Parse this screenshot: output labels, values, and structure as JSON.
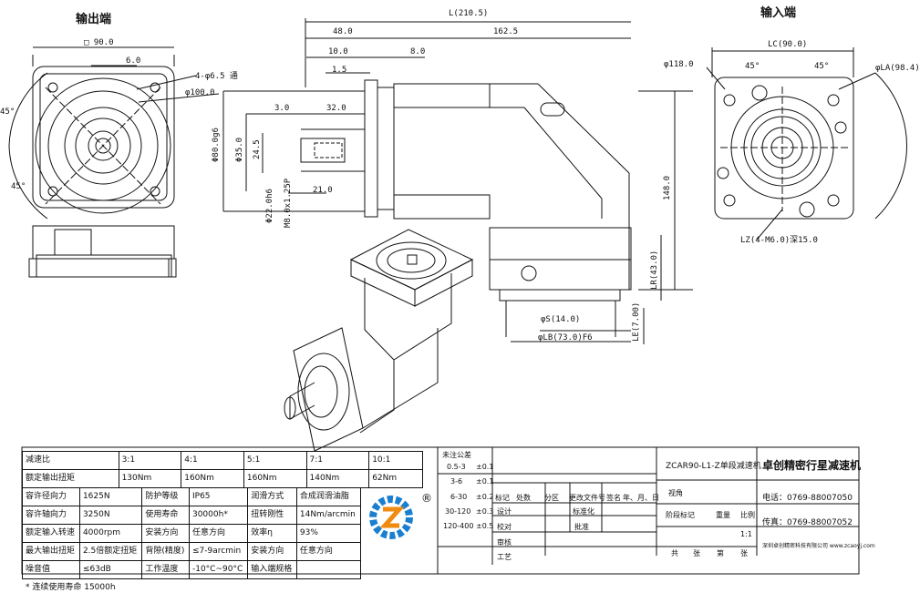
{
  "views": {
    "output_title": "输出端",
    "input_title": "输入端"
  },
  "dimensions": {
    "sq90": "□ 90.0",
    "d6": "6.0",
    "holes": "4-φ6.5 通",
    "pcd100": "φ100.0",
    "ang45_a": "45°",
    "ang45_b": "45°",
    "L": "L(210.5)",
    "d48": "48.0",
    "d162": "162.5",
    "d10": "10.0",
    "d8": "8.0",
    "d1_5": "1.5",
    "d3": "3.0",
    "d32": "32.0",
    "d80g6": "Φ80.0g6",
    "d35": "Φ35.0",
    "d24_5": "24.5",
    "d21": "21.0",
    "d22h6": "Φ22.0h6",
    "m8": "M8.0x1.25P",
    "d148": "148.0",
    "LC": "LC(90.0)",
    "d118": "φ118.0",
    "LA": "φLA(98.4)",
    "ang45_c": "45°",
    "ang45_d": "45°",
    "LZ": "LZ(4-M6.0)深15.0",
    "LR": "LR(43.0)",
    "LE": "LE(7.00)",
    "S": "φS(14.0)",
    "LB": "φLB(73.0)F6"
  },
  "spec_table": {
    "ratio_label": "减速比",
    "ratios": [
      "3:1",
      "4:1",
      "5:1",
      "7:1",
      "10:1"
    ],
    "torque_label": "额定输出扭矩",
    "torques": [
      "130Nm",
      "160Nm",
      "160Nm",
      "140Nm",
      "62Nm"
    ],
    "rows": [
      [
        "容许径向力",
        "1625N",
        "防护等级",
        "IP65",
        "润滑方式",
        "合成润滑油脂"
      ],
      [
        "容许轴向力",
        "3250N",
        "使用寿命",
        "30000h*",
        "扭转刚性",
        "14Nm/arcmin"
      ],
      [
        "额定输入转速",
        "4000rpm",
        "安装方向",
        "任意方向",
        "效率η",
        "93%"
      ],
      [
        "最大输出扭矩",
        "2.5倍额定扭矩",
        "背隙(精度)",
        "≤7-9arcmin",
        "安装方向",
        "任意方向"
      ],
      [
        "噪音值",
        "≤63dB",
        "工作温度",
        "-10°C~90°C",
        "输入端规格",
        ""
      ]
    ],
    "footnote": "* 连续使用寿命 15000h"
  },
  "title_block": {
    "tol_title": "未注公差",
    "tolerances": [
      [
        "0.5-3",
        "±0.1"
      ],
      [
        "3-6",
        "±0.1"
      ],
      [
        "6-30",
        "±0.2"
      ],
      [
        "30-120",
        "±0.3"
      ],
      [
        "120-400",
        "±0.5"
      ]
    ],
    "labels": [
      "标记",
      "处数",
      "分区",
      "更改文件号",
      "签名",
      "年、月、日"
    ],
    "design": "设计",
    "standardize": "标准化",
    "check": "校对",
    "approve": "批准",
    "review": "审核",
    "process": "工艺",
    "product": "ZCAR90-L1-Z单段减速机",
    "company": "卓创精密行星减速机",
    "projection": "视角",
    "stage_mark": "阶段标记",
    "weight": "重量",
    "scale": "比例",
    "scale_val": "1:1",
    "sheets": [
      "共",
      "张",
      "第",
      "张"
    ],
    "phone": "电话：0769-88007050",
    "fax": "传真：0769-88007052",
    "address": "深圳卓创精密科技有限公司 www.zcaoyj.com",
    "registered": "®"
  },
  "colors": {
    "line": "#111111",
    "logo_blue": "#1a7fd0",
    "logo_orange": "#f08a10"
  }
}
